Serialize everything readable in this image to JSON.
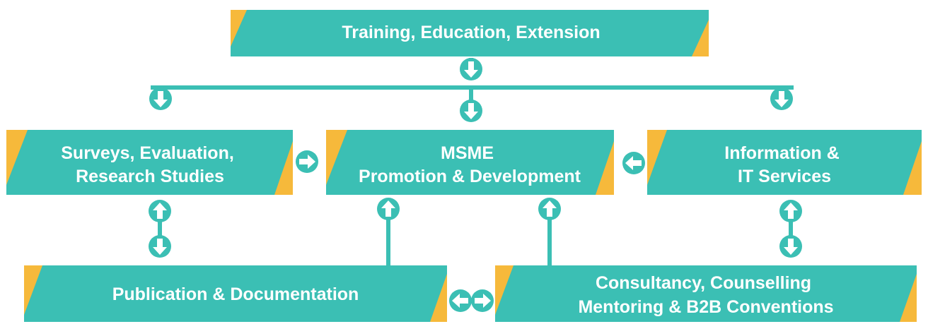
{
  "colors": {
    "teal": "#3bbfb4",
    "orange": "#f6b93b",
    "white": "#ffffff"
  },
  "boxes": {
    "training": {
      "lines": [
        "Training, Education, Extension"
      ]
    },
    "surveys": {
      "lines": [
        "Surveys, Evaluation,",
        "Research Studies"
      ]
    },
    "msme": {
      "lines": [
        "MSME",
        "Promotion & Development"
      ]
    },
    "information": {
      "lines": [
        "Information &",
        "IT Services"
      ]
    },
    "publication": {
      "lines": [
        "Publication & Documentation"
      ]
    },
    "consultancy": {
      "lines": [
        "Consultancy, Counselling",
        "Mentoring & B2B Conventions"
      ]
    }
  },
  "arrows": [
    {
      "name": "arrow-training-down",
      "dir": "down"
    },
    {
      "name": "arrow-left-branch-down",
      "dir": "down"
    },
    {
      "name": "arrow-center-branch-down",
      "dir": "down"
    },
    {
      "name": "arrow-right-branch-down",
      "dir": "down"
    },
    {
      "name": "arrow-surveys-to-msme",
      "dir": "right"
    },
    {
      "name": "arrow-information-to-msme",
      "dir": "left"
    },
    {
      "name": "arrow-surveys-up",
      "dir": "up"
    },
    {
      "name": "arrow-publication-up-from-surveys",
      "dir": "down"
    },
    {
      "name": "arrow-msme-up-from-publication",
      "dir": "up"
    },
    {
      "name": "arrow-msme-up-from-consultancy",
      "dir": "up"
    },
    {
      "name": "arrow-information-up",
      "dir": "up"
    },
    {
      "name": "arrow-consultancy-up-from-information",
      "dir": "down"
    },
    {
      "name": "arrow-publication-left",
      "dir": "left"
    },
    {
      "name": "arrow-consultancy-right",
      "dir": "right"
    }
  ]
}
